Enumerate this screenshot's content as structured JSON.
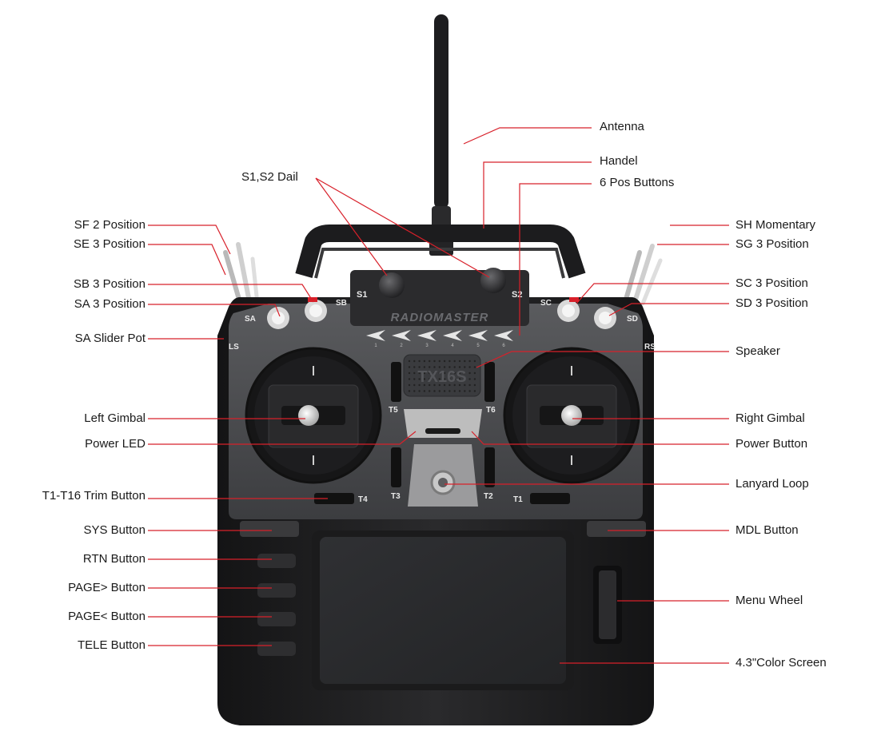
{
  "callouts": {
    "antenna": "Antenna",
    "handel": "Handel",
    "s1s2_dail": "S1,S2 Dail",
    "six_pos_buttons": "6 Pos Buttons",
    "sf_2_position": "SF 2 Position",
    "se_3_position": "SE 3 Position",
    "sb_3_position": "SB 3 Position",
    "sa_3_position": "SA 3 Position",
    "sa_slider_pot": "SA Slider Pot",
    "sh_momentary": "SH Momentary",
    "sg_3_position": "SG 3 Position",
    "sc_3_position": "SC 3 Position",
    "sd_3_position": "SD 3 Position",
    "speaker": "Speaker",
    "left_gimbal": "Left Gimbal",
    "right_gimbal": "Right Gimbal",
    "power_led": "Power LED",
    "power_button": "Power Button",
    "trim_button": "T1-T16 Trim Button",
    "lanyard_loop": "Lanyard Loop",
    "sys_button": "SYS Button",
    "mdl_button": "MDL Button",
    "rtn_button": "RTN Button",
    "page_next_button": "PAGE> Button",
    "page_prev_button": "PAGE< Button",
    "tele_button": "TELE Button",
    "menu_wheel": "Menu Wheel",
    "color_screen": "4.3\"Color Screen"
  },
  "device_markings": {
    "s1": "S1",
    "s2": "S2",
    "sa": "SA",
    "sb": "SB",
    "sc": "SC",
    "sd": "SD",
    "ls": "LS",
    "rs": "RS",
    "t1": "T1",
    "t2": "T2",
    "t3": "T3",
    "t4": "T4",
    "t5": "T5",
    "t6": "T6",
    "brand": "RADIOMASTER",
    "model": "TX16S",
    "pos_numbers": [
      "1",
      "2",
      "3",
      "4",
      "5",
      "6"
    ]
  },
  "colors": {
    "leader_line": "#d8202a",
    "body_dark": "#1f1f21",
    "faceplate": "#4a4b4e",
    "text": "#1a1a1a"
  }
}
